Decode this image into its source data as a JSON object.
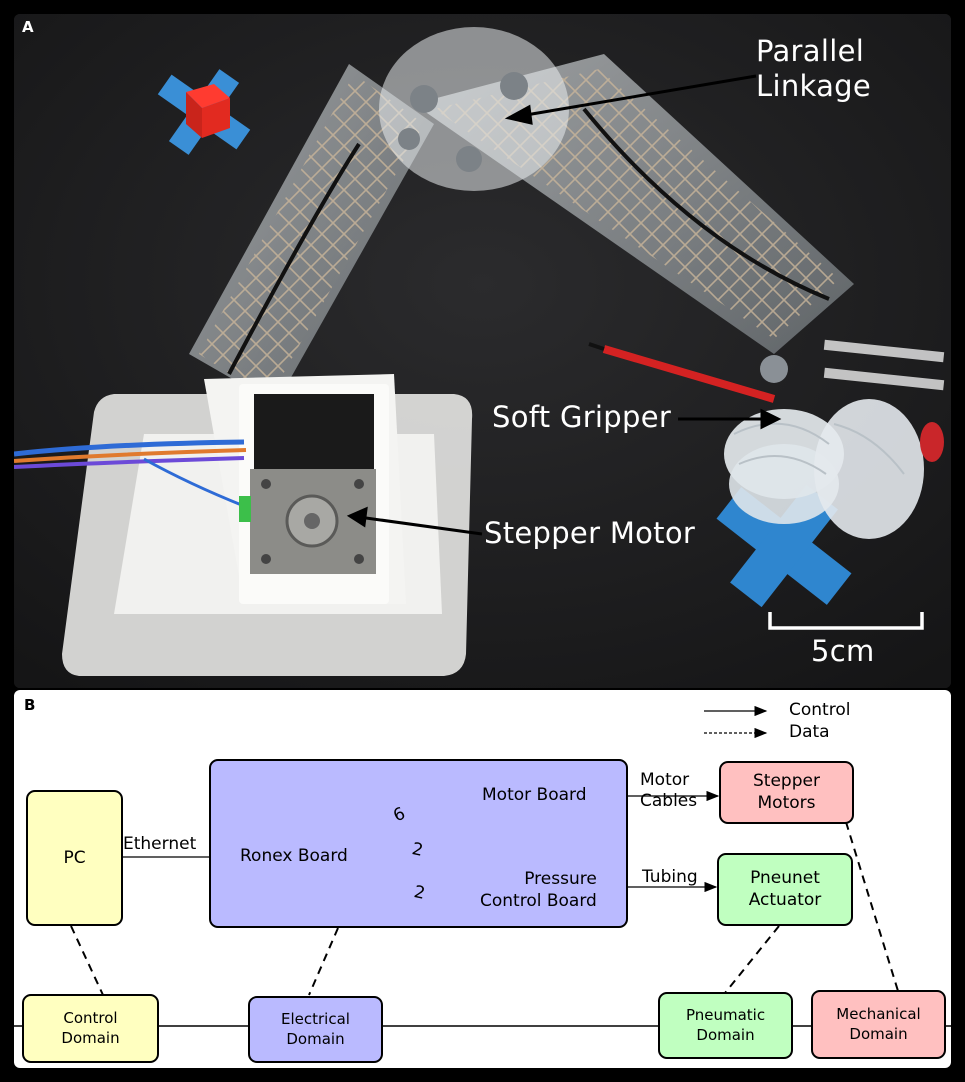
{
  "panel_a": {
    "letter": "A",
    "labels": {
      "parallel_linkage": "Parallel\nLinkage",
      "soft_gripper": "Soft Gripper",
      "stepper_motor": "Stepper Motor",
      "scale": "5cm"
    }
  },
  "panel_b": {
    "letter": "B",
    "legend": {
      "control": "Control",
      "data": "Data"
    },
    "nodes": {
      "pc": "PC",
      "ronex_board": "Ronex Board",
      "motor_board": "Motor Board",
      "pressure_control_board": "Pressure\nControl Board",
      "stepper_motors": "Stepper\nMotors",
      "pneunet_actuator": "Pneunet\nActuator"
    },
    "edges": {
      "ethernet": "Ethernet",
      "motor_cables": "Motor\nCables",
      "tubing": "Tubing",
      "bus_motor": "6",
      "bus_pressure_control": "2",
      "bus_pressure_data": "2"
    },
    "domains": {
      "control": "Control\nDomain",
      "electrical": "Electrical\nDomain",
      "pneumatic": "Pneumatic\nDomain",
      "mechanical": "Mechanical\nDomain"
    },
    "colors": {
      "control_domain": "#ffffc0",
      "electrical_domain": "#babaff",
      "pneumatic_domain": "#c0ffc0",
      "mechanical_domain": "#ffc0c0"
    }
  }
}
